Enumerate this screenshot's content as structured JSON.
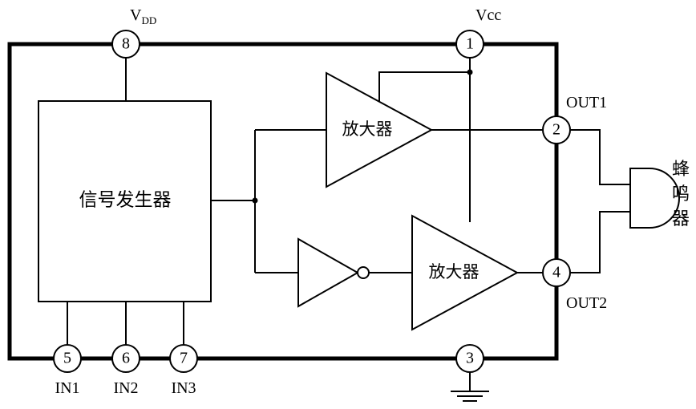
{
  "pins": {
    "vdd": {
      "number": "8",
      "label_main": "V",
      "label_sub": "DD"
    },
    "vcc": {
      "number": "1",
      "label": "Vcc"
    },
    "out1": {
      "number": "2",
      "label": "OUT1"
    },
    "out2": {
      "number": "4",
      "label": "OUT2"
    },
    "gnd": {
      "number": "3"
    },
    "in1": {
      "number": "5",
      "label": "IN1"
    },
    "in2": {
      "number": "6",
      "label": "IN2"
    },
    "in3": {
      "number": "7",
      "label": "IN3"
    }
  },
  "blocks": {
    "signal_generator": "信号发生器",
    "amplifier_top": "放大器",
    "amplifier_bottom": "放大器"
  },
  "buzzer": {
    "chars": [
      "蜂",
      "鸣",
      "器"
    ]
  }
}
